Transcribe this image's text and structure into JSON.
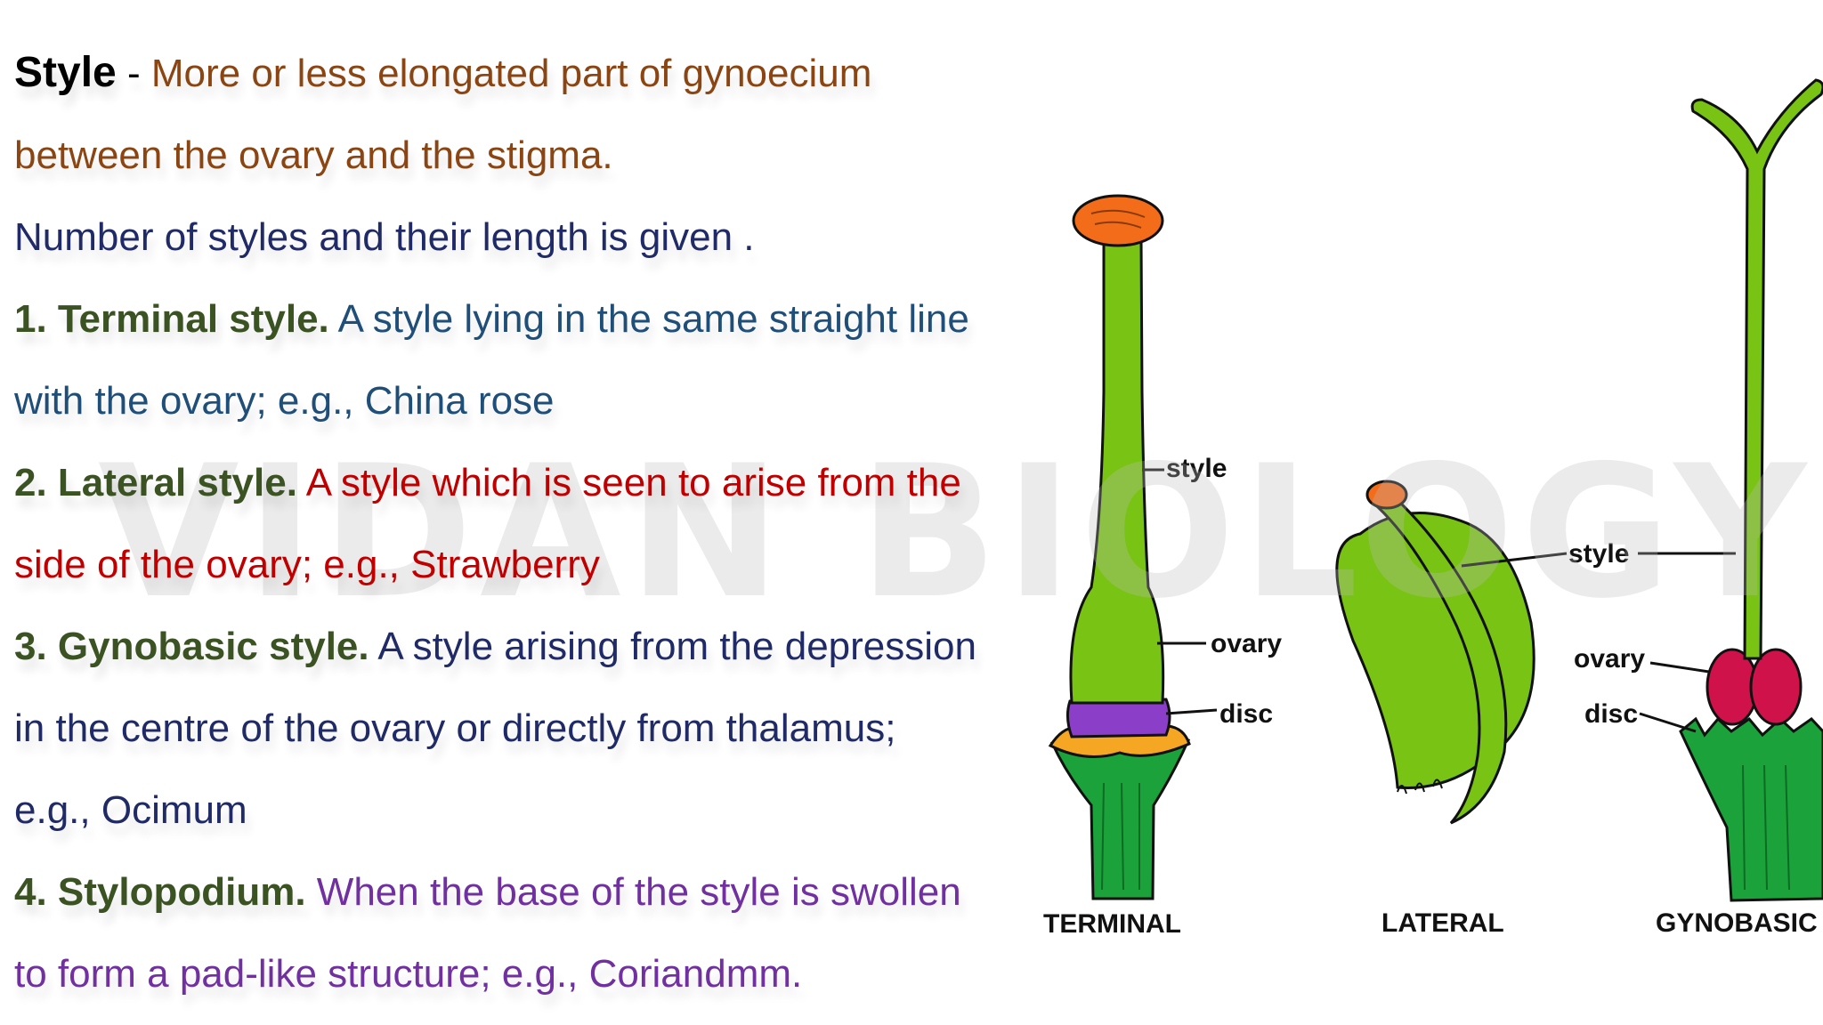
{
  "watermark": "VIDAN BIOLOGY",
  "colors": {
    "brown": "#8b4513",
    "navy": "#1f2a66",
    "teal": "#1f4e79",
    "olive": "#3b5323",
    "red": "#c00000",
    "purple": "#7030a0",
    "green": "#79c314",
    "dark_green": "#1ca23a",
    "orange": "#f26c1a",
    "violet": "#8b3fc9",
    "yellow_orange": "#f5a623",
    "magenta": "#d0124a"
  },
  "intro": {
    "heading": "Style",
    "dash": " - ",
    "definition_line1": "More or less elongated part of gynoecium",
    "definition_line2": "between the ovary and the stigma.",
    "number_note": "Number of styles and their length is given ."
  },
  "items": [
    {
      "term": "1. Terminal style.",
      "line1": " A style lying in the same straight line",
      "line2": "with the ovary; e.g., China rose"
    },
    {
      "term": "2. Lateral style.",
      "line1": " A style which is seen to arise from the",
      "line2": "side of the ovary; e.g., Strawberry"
    },
    {
      "term": "3. Gynobasic style.",
      "line1": " A style arising from the depression",
      "line2": "in the centre of the ovary or directly from thalamus;",
      "line3": "e.g., Ocimum"
    },
    {
      "term": "4. Stylopodium.",
      "line1": " When the base of the style is swollen",
      "line2": "to form a pad-like structure; e.g., Coriandmm."
    }
  ],
  "diagram": {
    "terminal": {
      "caption": "TERMINAL",
      "style_label": "style",
      "ovary_label": "ovary",
      "disc_label": "disc"
    },
    "lateral": {
      "caption": "LATERAL",
      "style_label": "style"
    },
    "gynobasic": {
      "caption": "GYNOBASIC",
      "ovary_label": "ovary",
      "disc_label": "disc"
    }
  }
}
